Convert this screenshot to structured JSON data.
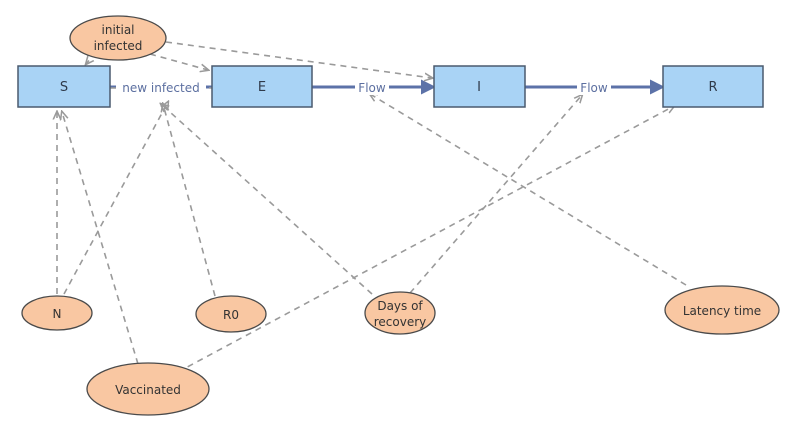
{
  "stocks": {
    "s": "S",
    "e": "E",
    "i": "I",
    "r": "R"
  },
  "flows": {
    "new_infected": "new infected",
    "flow_e_i": "Flow",
    "flow_i_r": "Flow"
  },
  "auxiliaries": {
    "initial_infected_line1": "initial",
    "initial_infected_line2": "infected",
    "n": "N",
    "r0": "R0",
    "days_of_recovery_line1": "Days of",
    "days_of_recovery_line2": "recovery",
    "latency_time": "Latency time",
    "vaccinated": "Vaccinated"
  },
  "colors": {
    "stock_fill": "#a9d3f5",
    "stock_stroke": "#4a5a6e",
    "aux_fill": "#f9c7a2",
    "aux_stroke": "#4a4a4a",
    "flow_color": "#5c72a8",
    "link_color": "#9a9a9a"
  }
}
